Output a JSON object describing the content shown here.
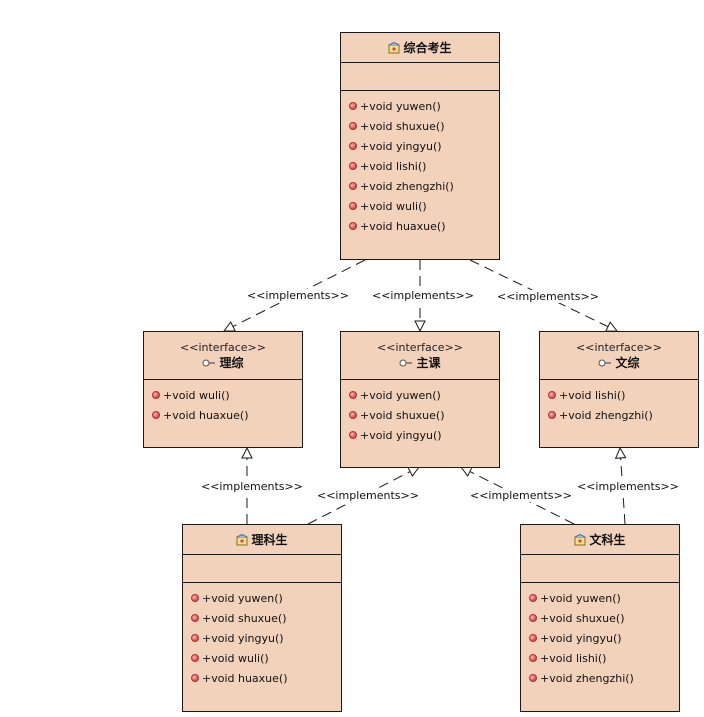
{
  "colors": {
    "box_fill": "#f3d2bc",
    "line": "#1a1a1a",
    "operation_dot": "#d8484b"
  },
  "boxes": {
    "zonghe": {
      "name": "综合考生",
      "icon": "class-icon",
      "operations": [
        "+void yuwen()",
        "+void shuxue()",
        "+void yingyu()",
        "+void lishi()",
        "+void zhengzhi()",
        "+void wuli()",
        "+void huaxue()"
      ]
    },
    "like": {
      "stereotype": "<<interface>>",
      "name": "理综",
      "icon": "interface-icon",
      "operations": [
        "+void wuli()",
        "+void huaxue()"
      ]
    },
    "zhuke": {
      "stereotype": "<<interface>>",
      "name": "主课",
      "icon": "interface-icon",
      "operations": [
        "+void yuwen()",
        "+void shuxue()",
        "+void yingyu()"
      ]
    },
    "wenzong": {
      "stereotype": "<<interface>>",
      "name": "文综",
      "icon": "interface-icon",
      "operations": [
        "+void lishi()",
        "+void zhengzhi()"
      ]
    },
    "likesheng": {
      "name": "理科生",
      "icon": "class-icon",
      "operations": [
        "+void yuwen()",
        "+void shuxue()",
        "+void yingyu()",
        "+void wuli()",
        "+void huaxue()"
      ]
    },
    "wenkesheng": {
      "name": "文科生",
      "icon": "class-icon",
      "operations": [
        "+void yuwen()",
        "+void shuxue()",
        "+void yingyu()",
        "+void lishi()",
        "+void zhengzhi()"
      ]
    }
  },
  "relations": [
    {
      "from": "综合考生",
      "to": "理综",
      "label": "<<implements>>"
    },
    {
      "from": "综合考生",
      "to": "主课",
      "label": "<<implements>>"
    },
    {
      "from": "综合考生",
      "to": "文综",
      "label": "<<implements>>"
    },
    {
      "from": "理科生",
      "to": "理综",
      "label": "<<implements>>"
    },
    {
      "from": "理科生",
      "to": "主课",
      "label": "<<implements>>"
    },
    {
      "from": "文科生",
      "to": "主课",
      "label": "<<implements>>"
    },
    {
      "from": "文科生",
      "to": "文综",
      "label": "<<implements>>"
    }
  ]
}
